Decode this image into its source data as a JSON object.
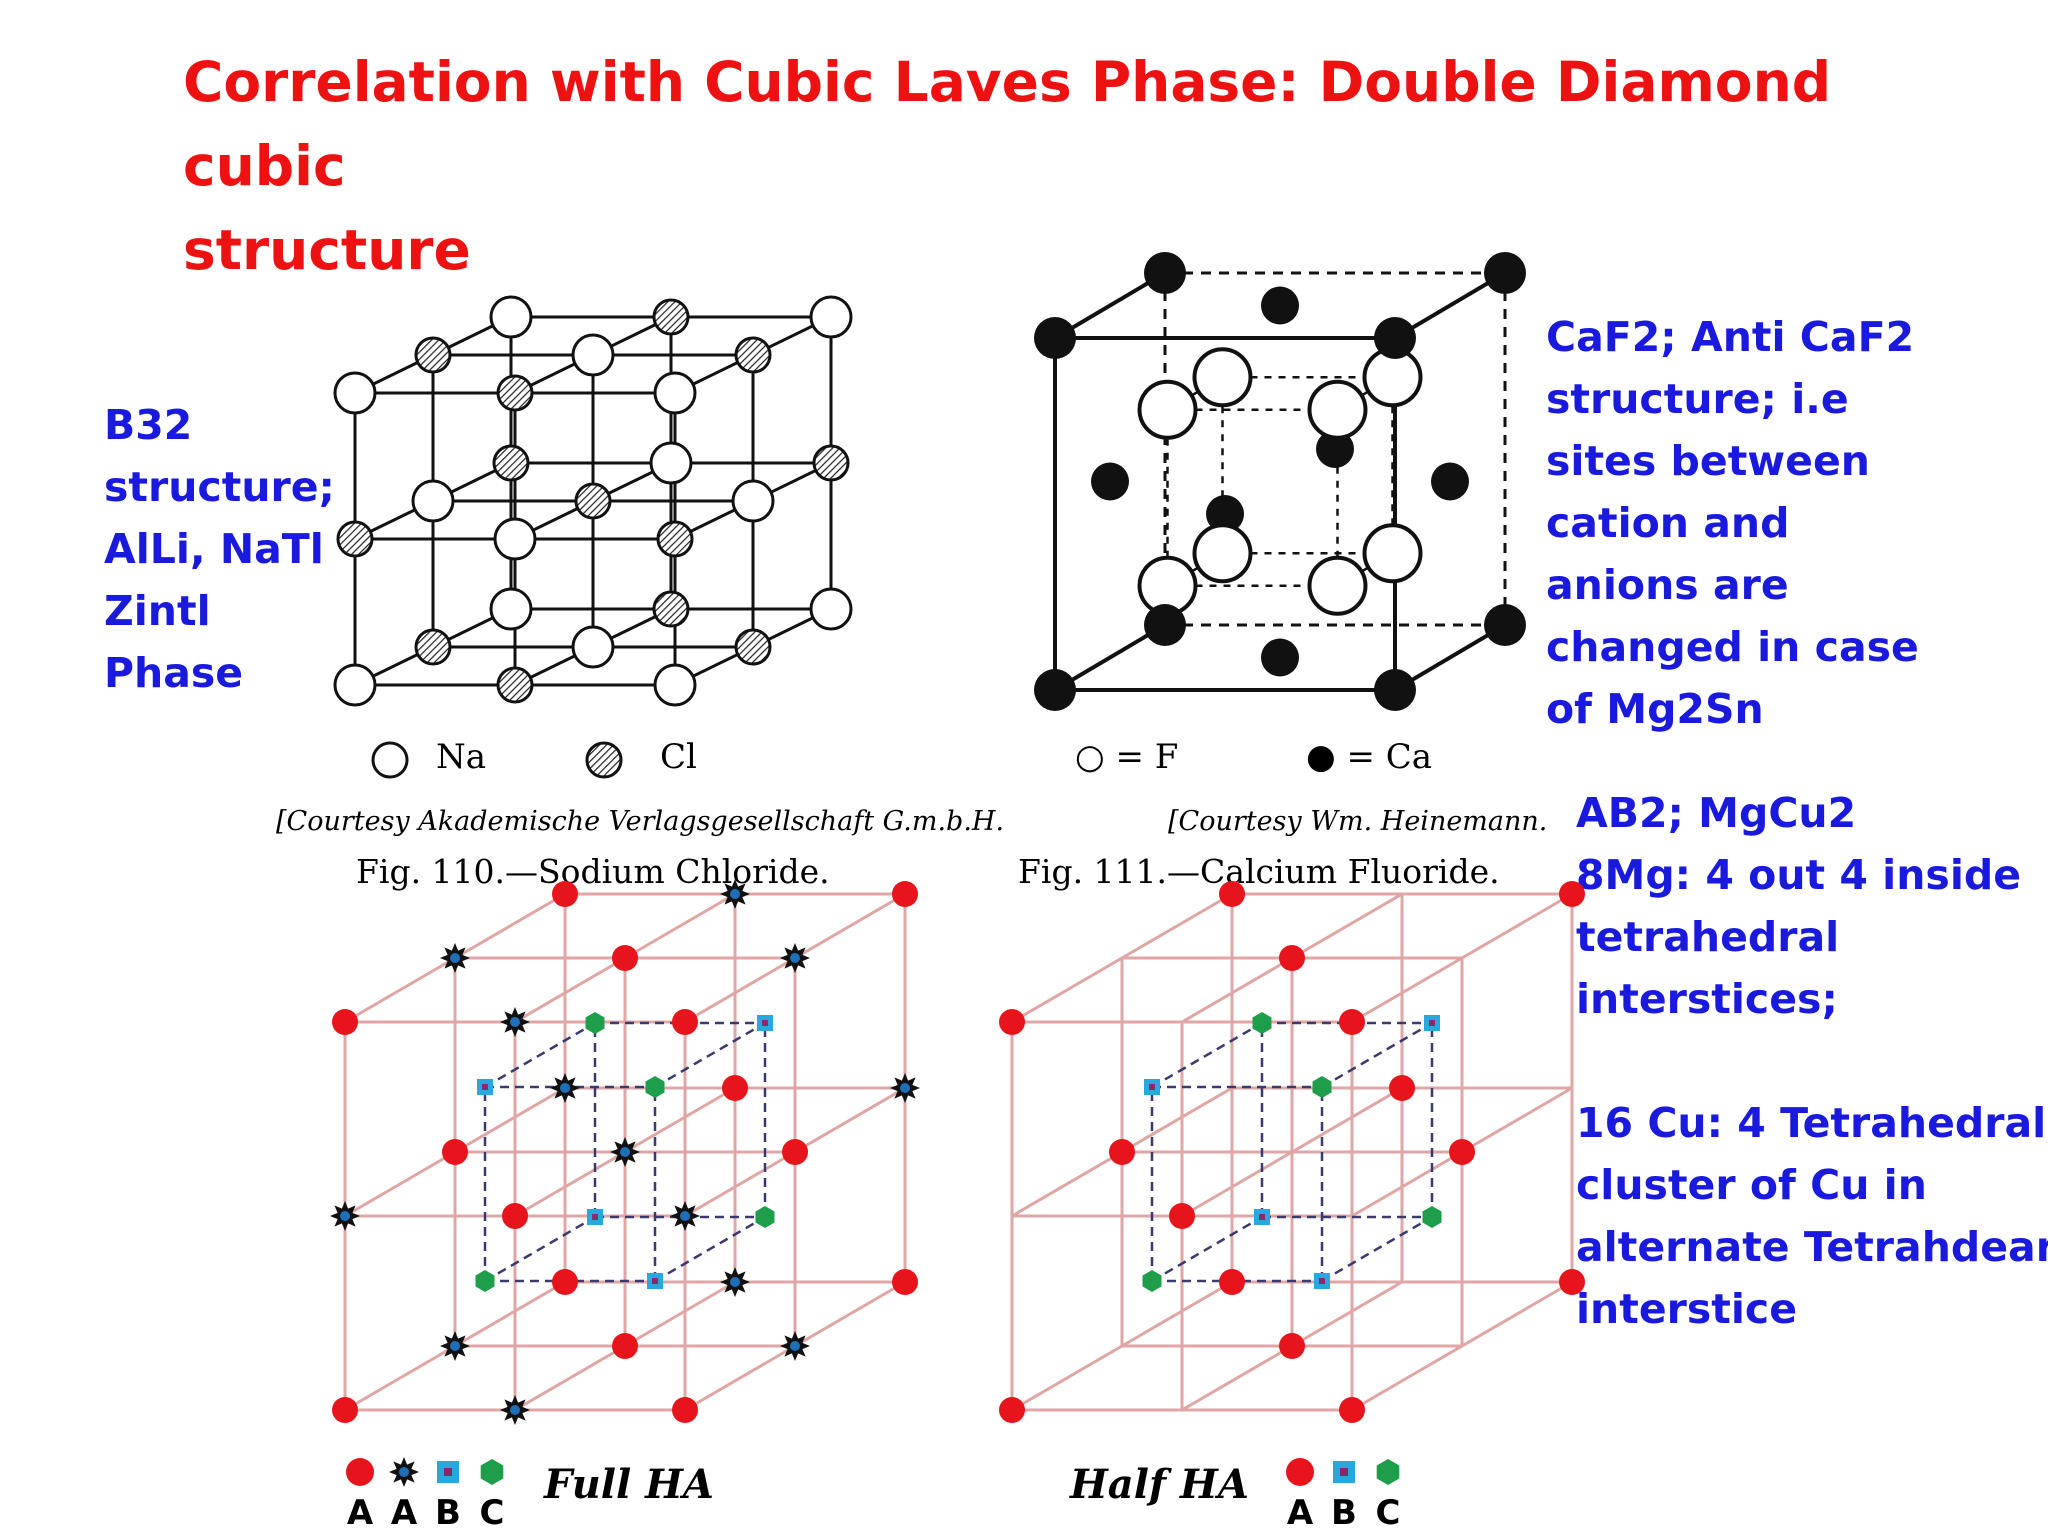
{
  "slide": {
    "title_lines": [
      "Correlation with Cubic Laves Phase: Double Diamond cubic",
      "structure"
    ],
    "left_note": [
      "B32",
      "structure;",
      "AlLi, NaTl",
      "Zintl",
      "Phase"
    ],
    "right_note_caf2": [
      "CaF2; Anti CaF2",
      "structure; i.e",
      "sites between",
      "cation and",
      "anions are",
      "changed in case",
      "of Mg2Sn"
    ],
    "right_note_mgcu2": [
      "AB2; MgCu2",
      "8Mg: 4 out 4 inside",
      "tetrahedral",
      "interstices;",
      "",
      "16 Cu: 4 Tetrahedral",
      "cluster of Cu in",
      "alternate Tetrahdearl",
      "interstice"
    ]
  },
  "fig110": {
    "legend_a": "Na",
    "legend_b": "Cl",
    "courtesy": "[Courtesy Akademische Verlagsgesellschaft G.m.b.H.",
    "caption": "Fig. 110.—Sodium Chloride."
  },
  "fig111": {
    "legend_a": "○ = F",
    "legend_b": "● = Ca",
    "courtesy": "[Courtesy Wm. Heinemann.",
    "caption": "Fig. 111.—Calcium Fluoride."
  },
  "full_ha": {
    "label": "Full HA",
    "legend_letters": [
      "A",
      "A",
      "B",
      "C"
    ]
  },
  "half_ha": {
    "label": "Half HA",
    "legend_letters": [
      "A",
      "B",
      "C"
    ]
  },
  "colors": {
    "title": "#ee1111",
    "note": "#1a1adf",
    "atom_a": "#e8141c",
    "atom_b": "#29a8e0",
    "atom_c": "#1e9e4a",
    "lattice": "#e0a5a5"
  }
}
